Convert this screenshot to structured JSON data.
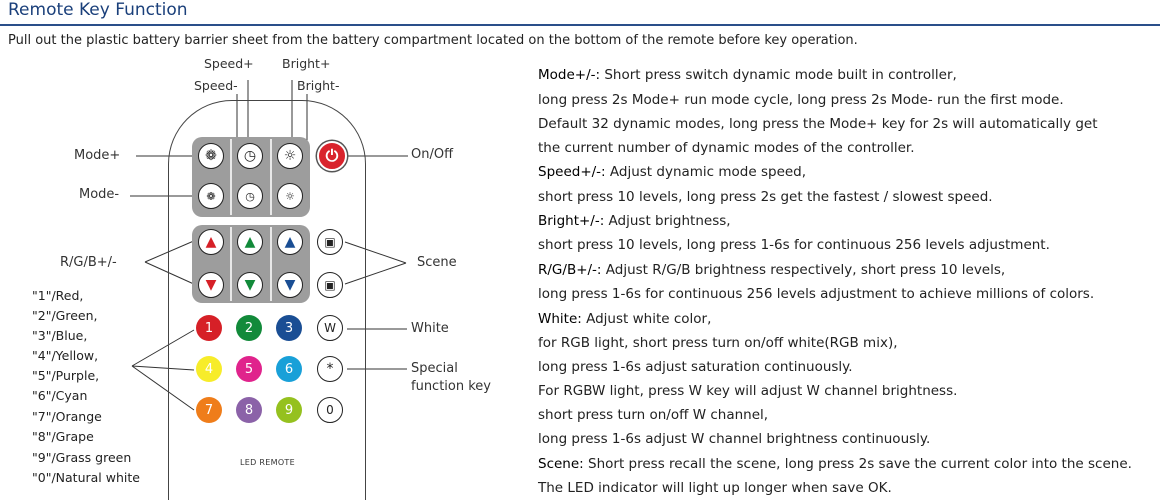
{
  "header": {
    "title": "Remote Key Function",
    "intro": "Pull out the plastic battery barrier sheet from the battery compartment located on the bottom of the remote before key operation."
  },
  "remote": {
    "brand": "LED REMOTE",
    "number_keys": [
      {
        "label": "1",
        "color": "#d62027"
      },
      {
        "label": "2",
        "color": "#128a3a"
      },
      {
        "label": "3",
        "color": "#1a4e94"
      },
      {
        "label": "W",
        "color": "#ffffff"
      },
      {
        "label": "4",
        "color": "#f7ec2a"
      },
      {
        "label": "5",
        "color": "#e0238c"
      },
      {
        "label": "6",
        "color": "#19a0d8"
      },
      {
        "label": "*",
        "color": "#ffffff"
      },
      {
        "label": "7",
        "color": "#ef7d1a"
      },
      {
        "label": "8",
        "color": "#8b62a8"
      },
      {
        "label": "9",
        "color": "#95c11f"
      },
      {
        "label": "0",
        "color": "#ffffff"
      }
    ]
  },
  "callouts": {
    "speed_plus": "Speed+",
    "bright_plus": "Bright+",
    "speed_minus": "Speed-",
    "bright_minus": "Bright-",
    "mode_plus": "Mode+",
    "mode_minus": "Mode-",
    "on_off": "On/Off",
    "rgb": "R/G/B+/-",
    "scene": "Scene",
    "white": "White",
    "special_1": "Special",
    "special_2": "function key"
  },
  "color_list": [
    "\"1\"/Red,",
    "\"2\"/Green,",
    "\"3\"/Blue,",
    "\"4\"/Yellow,",
    "\"5\"/Purple,",
    "\"6\"/Cyan",
    "\"7\"/Orange",
    "\"8\"/Grape",
    "\"9\"/Grass green",
    "\"0\"/Natural white"
  ],
  "descriptions": [
    {
      "key": "Mode+/-:",
      "text": " Short press switch dynamic mode built in controller,"
    },
    {
      "key": "",
      "text": "long press 2s Mode+ run mode cycle, long press 2s Mode- run the first mode."
    },
    {
      "key": "",
      "text": "Default 32 dynamic modes, long press the Mode+ key for 2s will automatically get"
    },
    {
      "key": "",
      "text": "the current number of dynamic modes of the controller."
    },
    {
      "key": "Speed+/-:",
      "text": " Adjust dynamic mode speed,"
    },
    {
      "key": "",
      "text": "short press 10 levels, long press 2s get the fastest / slowest speed."
    },
    {
      "key": "Bright+/-:",
      "text": " Adjust brightness,"
    },
    {
      "key": "",
      "text": "short press 10 levels, long press 1-6s for continuous 256 levels adjustment."
    },
    {
      "key": "R/G/B+/-:",
      "text": " Adjust R/G/B brightness respectively, short press 10 levels,"
    },
    {
      "key": "",
      "text": "long press 1-6s for continuous 256 levels adjustment to achieve millions of colors."
    },
    {
      "key": "White:",
      "text": " Adjust white color,"
    },
    {
      "key": "",
      "text": "for RGB light, short press turn on/off white(RGB mix),"
    },
    {
      "key": "",
      "text": "long press 1-6s adjust saturation continuously."
    },
    {
      "key": "",
      "text": "For RGBW light, press W key will adjust W channel brightness."
    },
    {
      "key": "",
      "text": "short press turn on/off W channel,"
    },
    {
      "key": "",
      "text": "long press 1-6s adjust W channel brightness continuously."
    },
    {
      "key": "Scene:",
      "text": " Short press recall the scene, long press 2s save the current color into the scene."
    },
    {
      "key": "",
      "text": "The LED indicator will light up longer when save OK."
    }
  ]
}
